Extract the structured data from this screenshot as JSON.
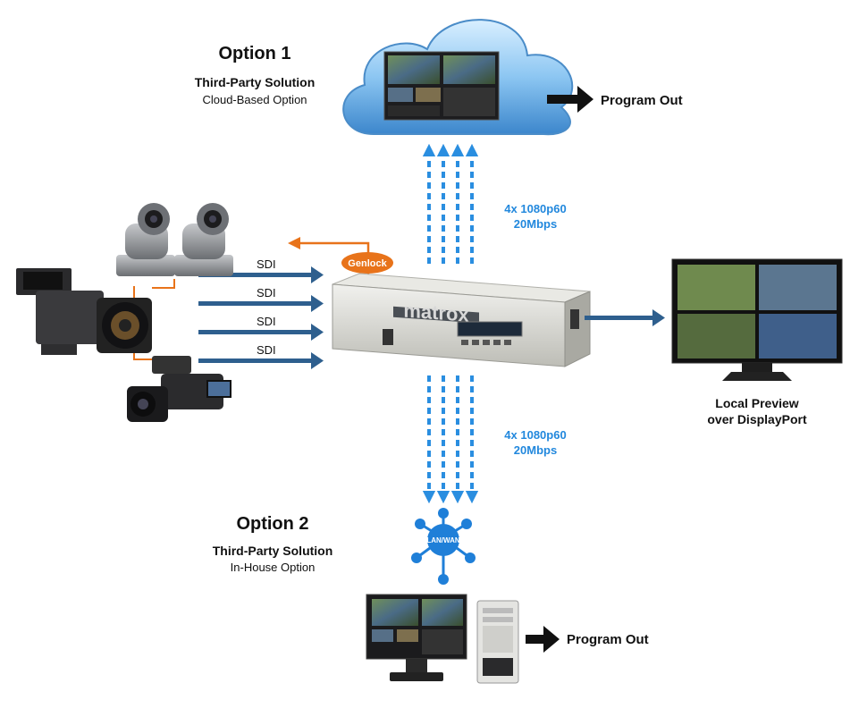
{
  "option1": {
    "title": "Option 1",
    "subtitle": "Third-Party Solution",
    "detail": "Cloud-Based Option"
  },
  "option2": {
    "title": "Option 2",
    "subtitle": "Third-Party Solution",
    "detail": "In-House Option"
  },
  "outputs": {
    "cloud_program_out": "Program Out",
    "inhouse_program_out": "Program Out",
    "local_preview_line1": "Local Preview",
    "local_preview_line2": "over DisplayPort"
  },
  "streams": {
    "upper_line1": "4x 1080p60",
    "upper_line2": "20Mbps",
    "lower_line1": "4x 1080p60",
    "lower_line2": "20Mbps"
  },
  "inputs": {
    "sdi_labels": [
      "SDI",
      "SDI",
      "SDI",
      "SDI"
    ],
    "genlock": "Genlock"
  },
  "network": {
    "hub_label": "LAN/WAN"
  },
  "colors": {
    "stream_arrow": "#2a8ee0",
    "sdi_arrow": "#2e5f8e",
    "genlock": "#e8731a",
    "output_arrow": "#111111",
    "monitor_arrow": "#2e5f8e",
    "hub": "#1f7fd8"
  }
}
